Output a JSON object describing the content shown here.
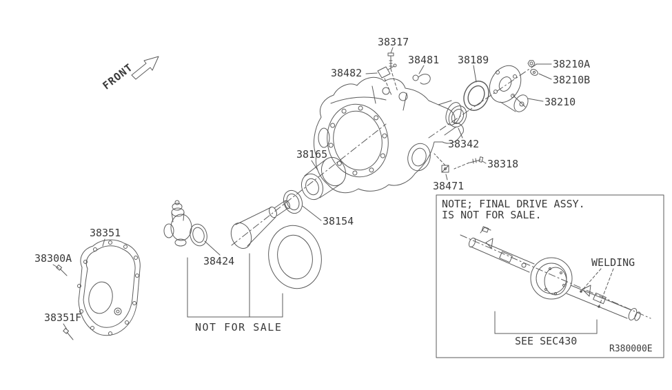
{
  "figure": {
    "ref_code": "R380000E",
    "front_label": "FRONT",
    "not_for_sale_label": "NOT FOR SALE",
    "welding_label": "WELDING",
    "see_section_label": "SEE SEC430",
    "note": {
      "line1": "NOTE; FINAL DRIVE ASSY.",
      "line2": "IS NOT FOR SALE."
    },
    "colors": {
      "line": "#5a5a5a",
      "text": "#3a3a3a",
      "background": "#ffffff"
    }
  },
  "part_labels": [
    {
      "part": "38317"
    },
    {
      "part": "38482"
    },
    {
      "part": "38481"
    },
    {
      "part": "38189"
    },
    {
      "part": "38210A"
    },
    {
      "part": "38210B"
    },
    {
      "part": "38210"
    },
    {
      "part": "38342"
    },
    {
      "part": "38318"
    },
    {
      "part": "38471"
    },
    {
      "part": "38165"
    },
    {
      "part": "38154"
    },
    {
      "part": "38351"
    },
    {
      "part": "38300A"
    },
    {
      "part": "38424"
    },
    {
      "part": "38351F"
    }
  ]
}
